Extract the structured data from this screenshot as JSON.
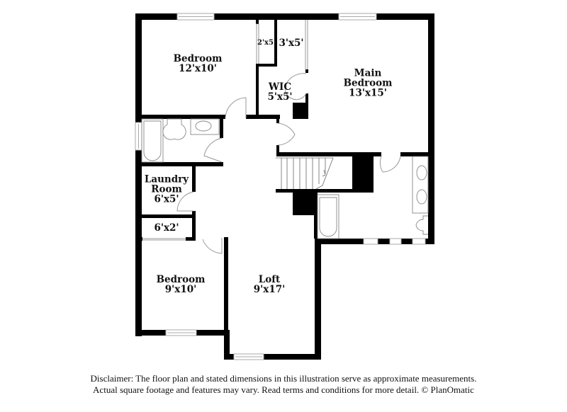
{
  "floor_plan": {
    "rooms": [
      {
        "id": "bedroom-1",
        "name": "Bedroom",
        "dimensions": "12'x10'"
      },
      {
        "id": "closet-small",
        "name": "",
        "dimensions": "2'x5'"
      },
      {
        "id": "closet-3x5",
        "name": "",
        "dimensions": "3'x5'"
      },
      {
        "id": "wic",
        "name": "WIC",
        "dimensions": "5'x5'"
      },
      {
        "id": "main-bedroom",
        "name": "Main Bedroom",
        "name_line1": "Main",
        "name_line2": "Bedroom",
        "dimensions": "13'x15'"
      },
      {
        "id": "laundry",
        "name": "Laundry Room",
        "name_line1": "Laundry",
        "name_line2": "Room",
        "dimensions": "6'x5'"
      },
      {
        "id": "closet-6x2",
        "name": "",
        "dimensions": "6'x2'"
      },
      {
        "id": "bedroom-2",
        "name": "Bedroom",
        "dimensions": "9'x10'"
      },
      {
        "id": "loft",
        "name": "Loft",
        "dimensions": "9'x17'"
      }
    ],
    "colors": {
      "wall": "#000000",
      "window": "#bbbbbb",
      "fixture": "#888888",
      "background": "#ffffff"
    }
  },
  "disclaimer": {
    "line1": "Disclaimer: The floor plan and stated dimensions in this illustration serve as approximate measurements.",
    "line2": "Actual square footage and features may vary. Read terms and conditions for more detail. © PlanOmatic"
  }
}
